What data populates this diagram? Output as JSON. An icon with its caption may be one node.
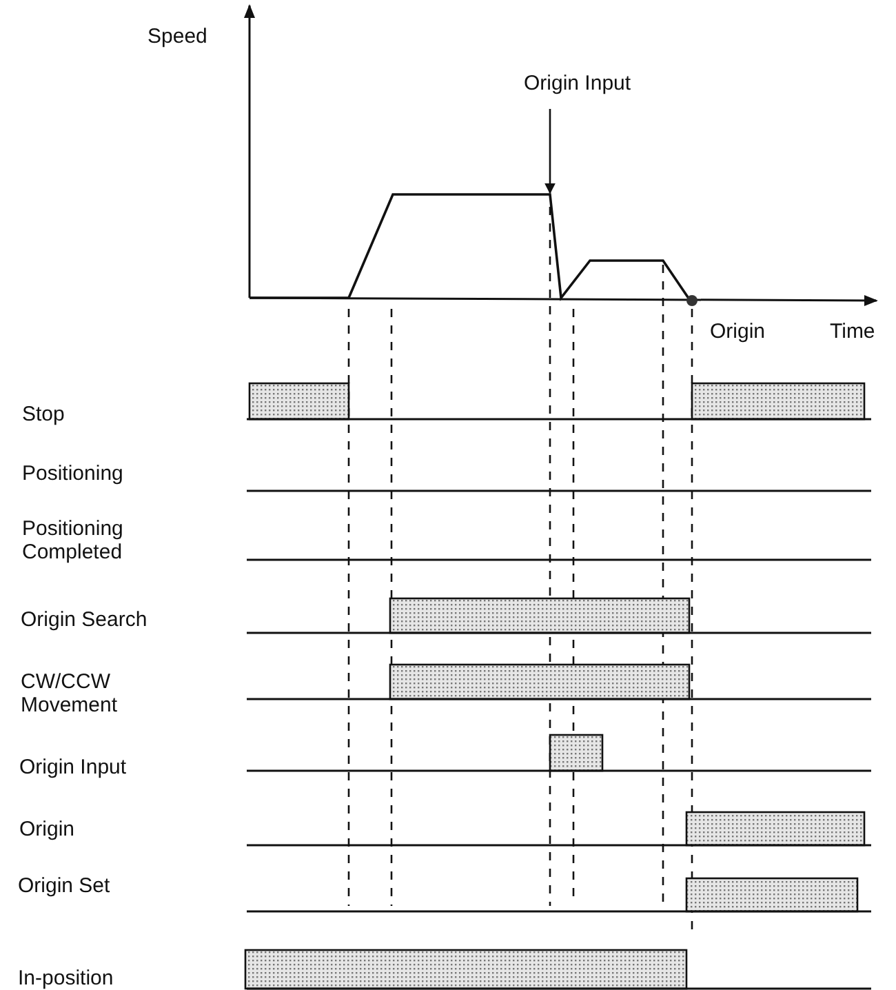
{
  "diagram": {
    "nodes": [
      {
        "text": [
          "Origin Input"
        ]
      },
      {
        "text": [],
        "shape": "line"
      }
    ],
    "edges": [
      {
        "from": 0,
        "to": 1,
        "arrow": "to"
      }
    ],
    "labels": [
      "Speed",
      "Origin",
      "Time",
      "Stop",
      "Positioning",
      "Positioning Completed",
      "Origin Search",
      "CW/CCW Movement",
      "Origin Input",
      "Origin",
      "Origin Set",
      "In-position"
    ]
  }
}
